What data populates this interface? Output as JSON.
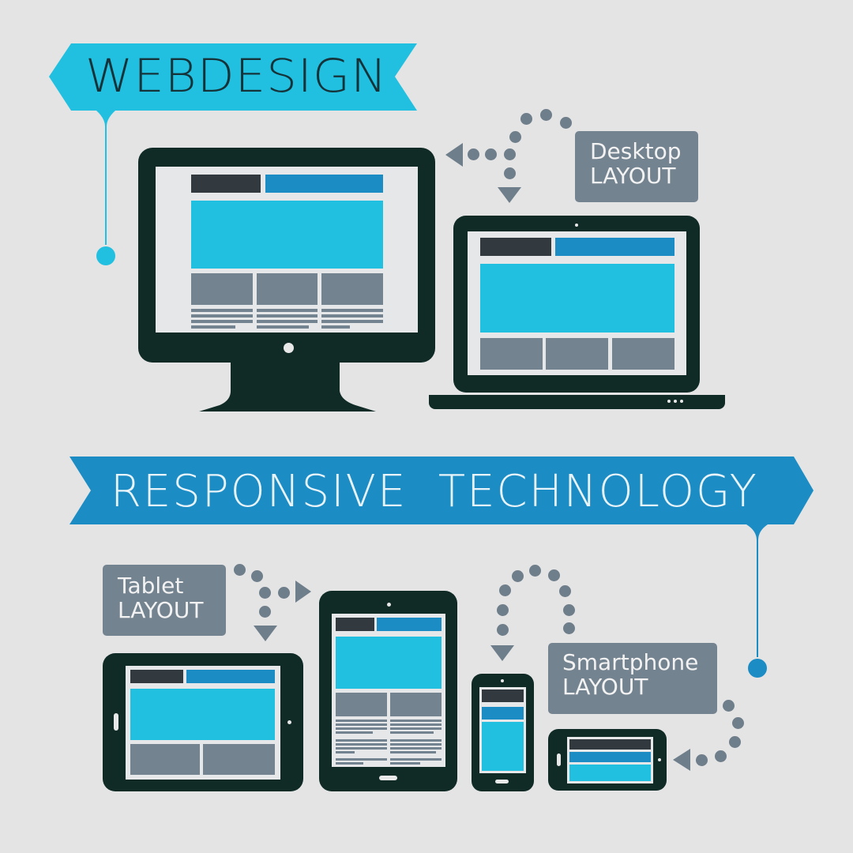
{
  "title_banner": {
    "text": "WEBDESIGN",
    "color": "#22c0e0",
    "text_color": "#16333a"
  },
  "subtitle_banner": {
    "text": "RESPONSIVE  TECHNOLOGY",
    "color": "#1b8cc4",
    "text_color": "#e8f4fa"
  },
  "labels": {
    "desktop": {
      "line1": "Desktop",
      "line2": "LAYOUT"
    },
    "tablet": {
      "line1": "Tablet",
      "line2": "LAYOUT"
    },
    "smartphone": {
      "line1": "Smartphone",
      "line2": "LAYOUT"
    }
  },
  "devices": [
    "desktop-monitor",
    "laptop",
    "tablet-landscape",
    "tablet-portrait",
    "smartphone-portrait",
    "smartphone-landscape"
  ],
  "colors": {
    "background": "#e4e4e4",
    "device_body": "#102a26",
    "screen_bg": "#e6e7e8",
    "header_dark": "#323a40",
    "header_blue": "#1b8cc4",
    "hero_cyan": "#22c0e0",
    "content_gray": "#748390",
    "label_box": "#748390",
    "arrow_dots": "#6f7e8b"
  }
}
